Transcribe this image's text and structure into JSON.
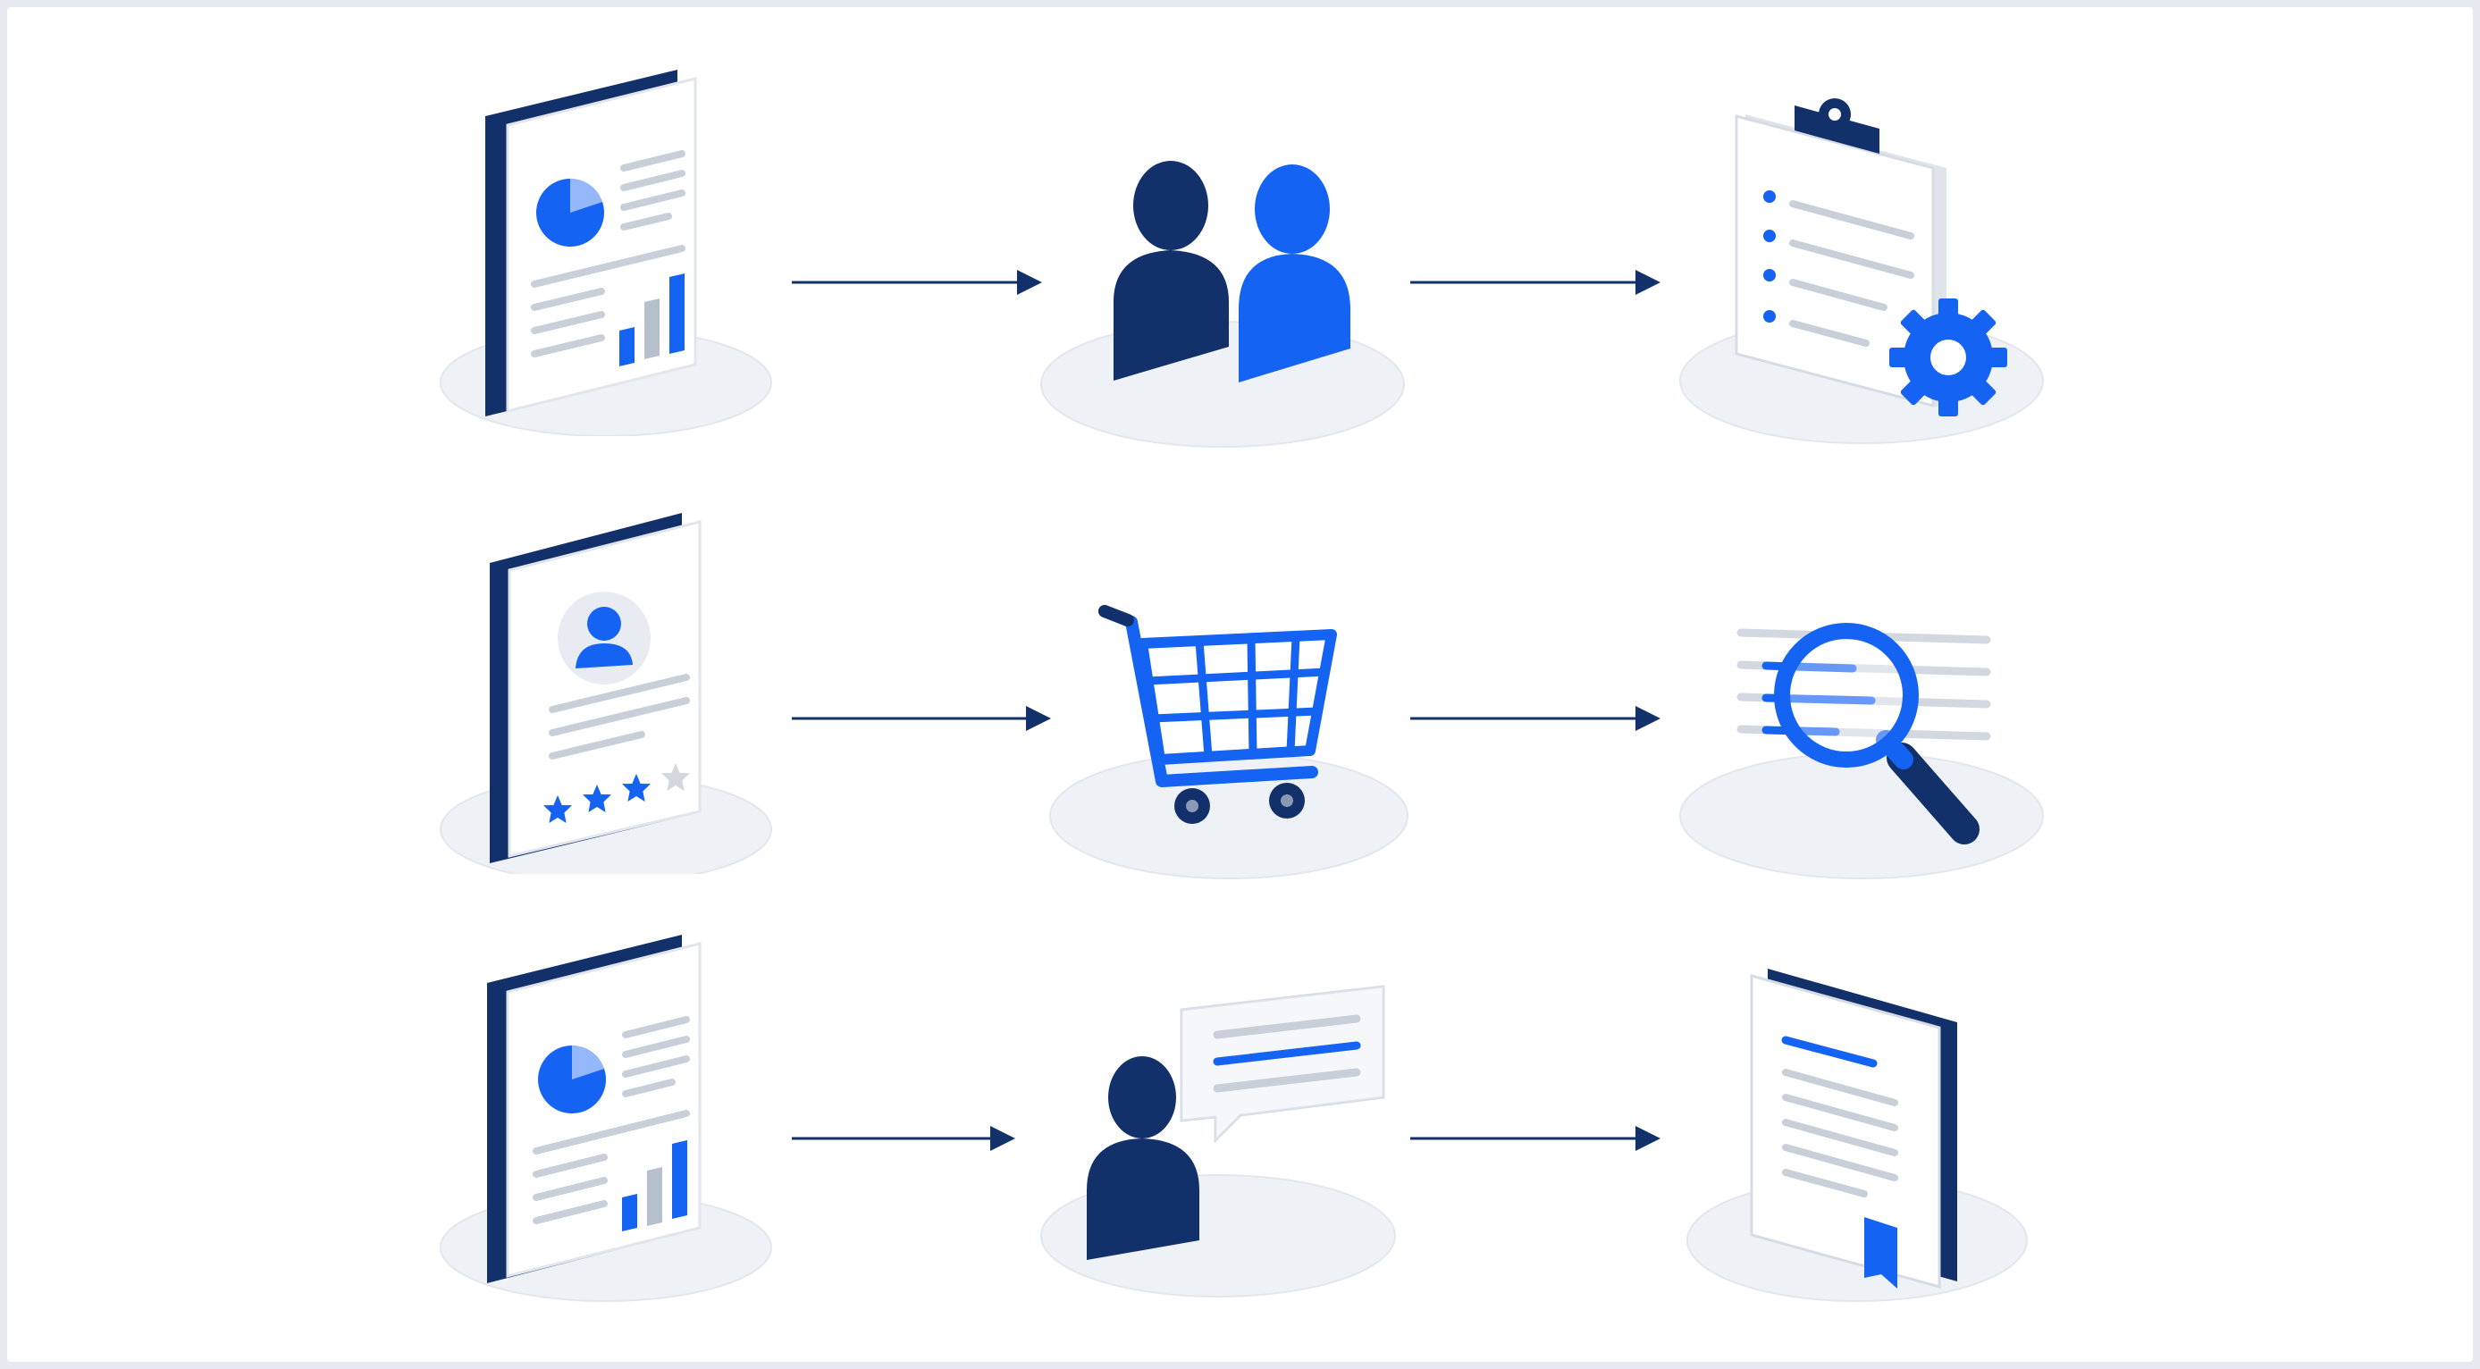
{
  "palette": {
    "navy": "#12306a",
    "blue": "#1463f3",
    "gray": "#c9cfd8",
    "light_gray": "#dfe3ea",
    "paper": "#ffffff",
    "shadow": "#edf0f4"
  },
  "rows": [
    {
      "steps": [
        {
          "icon": "report-document-icon"
        },
        {
          "icon": "people-icon"
        },
        {
          "icon": "clipboard-settings-icon"
        }
      ]
    },
    {
      "steps": [
        {
          "icon": "profile-card-icon"
        },
        {
          "icon": "shopping-cart-icon"
        },
        {
          "icon": "magnifier-search-icon"
        }
      ]
    },
    {
      "steps": [
        {
          "icon": "report-document-icon"
        },
        {
          "icon": "person-chat-icon"
        },
        {
          "icon": "certificate-document-icon"
        }
      ]
    }
  ],
  "connector": {
    "icon": "arrow-right-icon",
    "count_per_row": 2
  },
  "rating": {
    "filled_stars": 3,
    "total_stars": 4
  }
}
